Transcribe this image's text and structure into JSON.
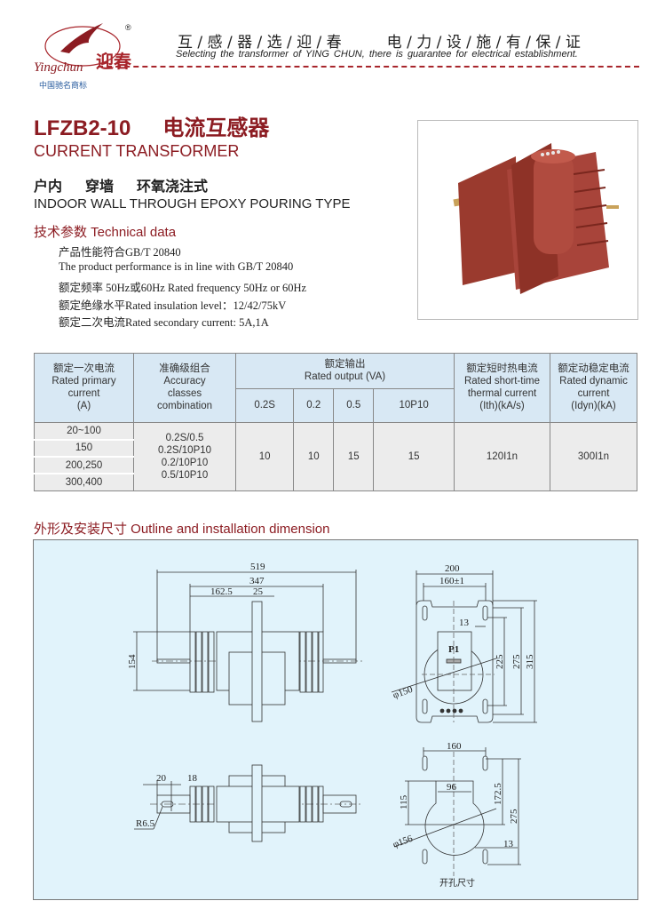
{
  "header": {
    "logo_text": "Yingchun 迎春",
    "registered": "®",
    "slogan_cn": "互 / 感 / 器 / 选 / 迎 / 春　　　电 / 力 / 设 / 施 / 有 / 保 / 证",
    "slogan_en": "Selecting the transformer of YING CHUN, there is guarantee for electrical establishment.",
    "trademark": "中国驰名商标"
  },
  "product": {
    "model": "LFZB2-10",
    "name_cn": "电流互感器",
    "name_en": "CURRENT TRANSFORMER",
    "type_cn": [
      "户内",
      "穿墙",
      "环氧浇注式"
    ],
    "type_en": "INDOOR WALL THROUGH EPOXY POURING  TYPE"
  },
  "technical": {
    "heading": "技术参数  Technical data",
    "lines": [
      "产品性能符合GB/T 20840",
      "The product performance is in line with GB/T 20840",
      "额定频率 50Hz或60Hz  Rated frequency 50Hz or 60Hz",
      "额定绝缘水平Rated insulation level：12/42/75kV",
      "额定二次电流Rated secondary current: 5A,1A"
    ]
  },
  "table": {
    "headers": {
      "primary": [
        "额定一次电流",
        "Rated primary",
        "current",
        "(A)"
      ],
      "accuracy": [
        "准确级组合",
        "Accuracy",
        "classes",
        "combination"
      ],
      "output": [
        "额定输出",
        "Rated output (VA)"
      ],
      "output_cols": [
        "0.2S",
        "0.2",
        "0.5",
        "10P10"
      ],
      "thermal": [
        "额定短时热电流",
        "Rated short-time",
        "thermal current",
        "(Ith)(kA/s)"
      ],
      "dynamic": [
        "额定动稳定电流",
        "Rated dynamic",
        "current",
        "(Idyn)(kA)"
      ]
    },
    "primary_values": [
      "20~100",
      "150",
      "200,250",
      "300,400"
    ],
    "accuracy_values": [
      "0.2S/0.5",
      "0.2S/10P10",
      "0.2/10P10",
      "0.5/10P10"
    ],
    "output_values": [
      "10",
      "10",
      "15",
      "15"
    ],
    "thermal_value": "120I1n",
    "dynamic_value": "300I1n"
  },
  "outline": {
    "heading": "外形及安装尺寸 Outline and installation dimension",
    "labels": {
      "d519": "519",
      "d347": "347",
      "d162": "162.5",
      "d25": "25",
      "d154": "154",
      "d20": "20",
      "d18": "18",
      "r65": "R6.5",
      "d200": "200",
      "d160pm": "160±1",
      "d13a": "13",
      "p1": "P1",
      "d225": "225",
      "d275a": "275",
      "d315": "315",
      "phi150": "φ150",
      "d160": "160",
      "d96": "96",
      "d115": "115",
      "d1725": "172.5",
      "d275b": "275",
      "phi156": "φ156",
      "d13b": "13",
      "cutout": "开孔尺寸"
    }
  }
}
